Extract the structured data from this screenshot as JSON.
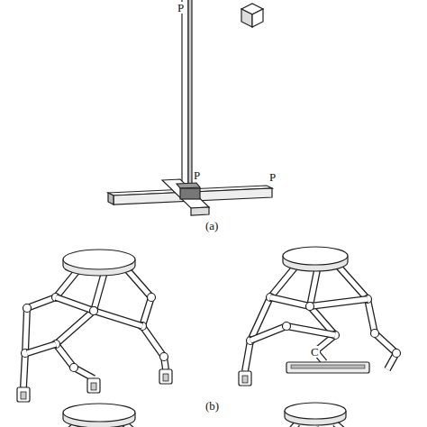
{
  "diagram": {
    "labels": [
      "P",
      "P",
      "P",
      "(a)",
      "C",
      "(b)"
    ]
  }
}
